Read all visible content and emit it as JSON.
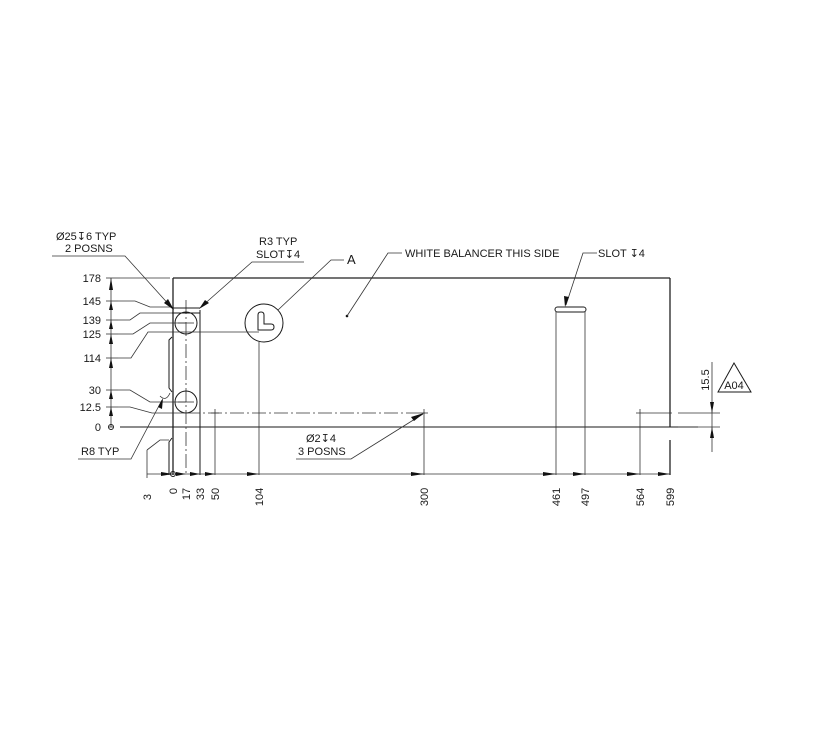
{
  "drawing": {
    "notes": {
      "hole_callout_line1": "Ø25↧6 TYP",
      "hole_callout_line2": "2 POSNS",
      "slot_left_line1": "R3 TYP",
      "slot_left_line2": "SLOT↧4",
      "detail_label": "A",
      "side_note": "WHITE BALANCER THIS SIDE",
      "slot_right": "SLOT ↧4",
      "small_hole_line1": "Ø2↧4",
      "small_hole_line2": "3 POSNS",
      "radius_note": "R8 TYP",
      "revision_tag": "A04",
      "offset_dim": "15.5"
    },
    "vertical_dims": [
      "178",
      "145",
      "139",
      "125",
      "114",
      "30",
      "12.5",
      "0"
    ],
    "horizontal_dims": [
      "3",
      "0",
      "17",
      "33",
      "50",
      "104",
      "300",
      "461",
      "497",
      "564",
      "599"
    ]
  }
}
